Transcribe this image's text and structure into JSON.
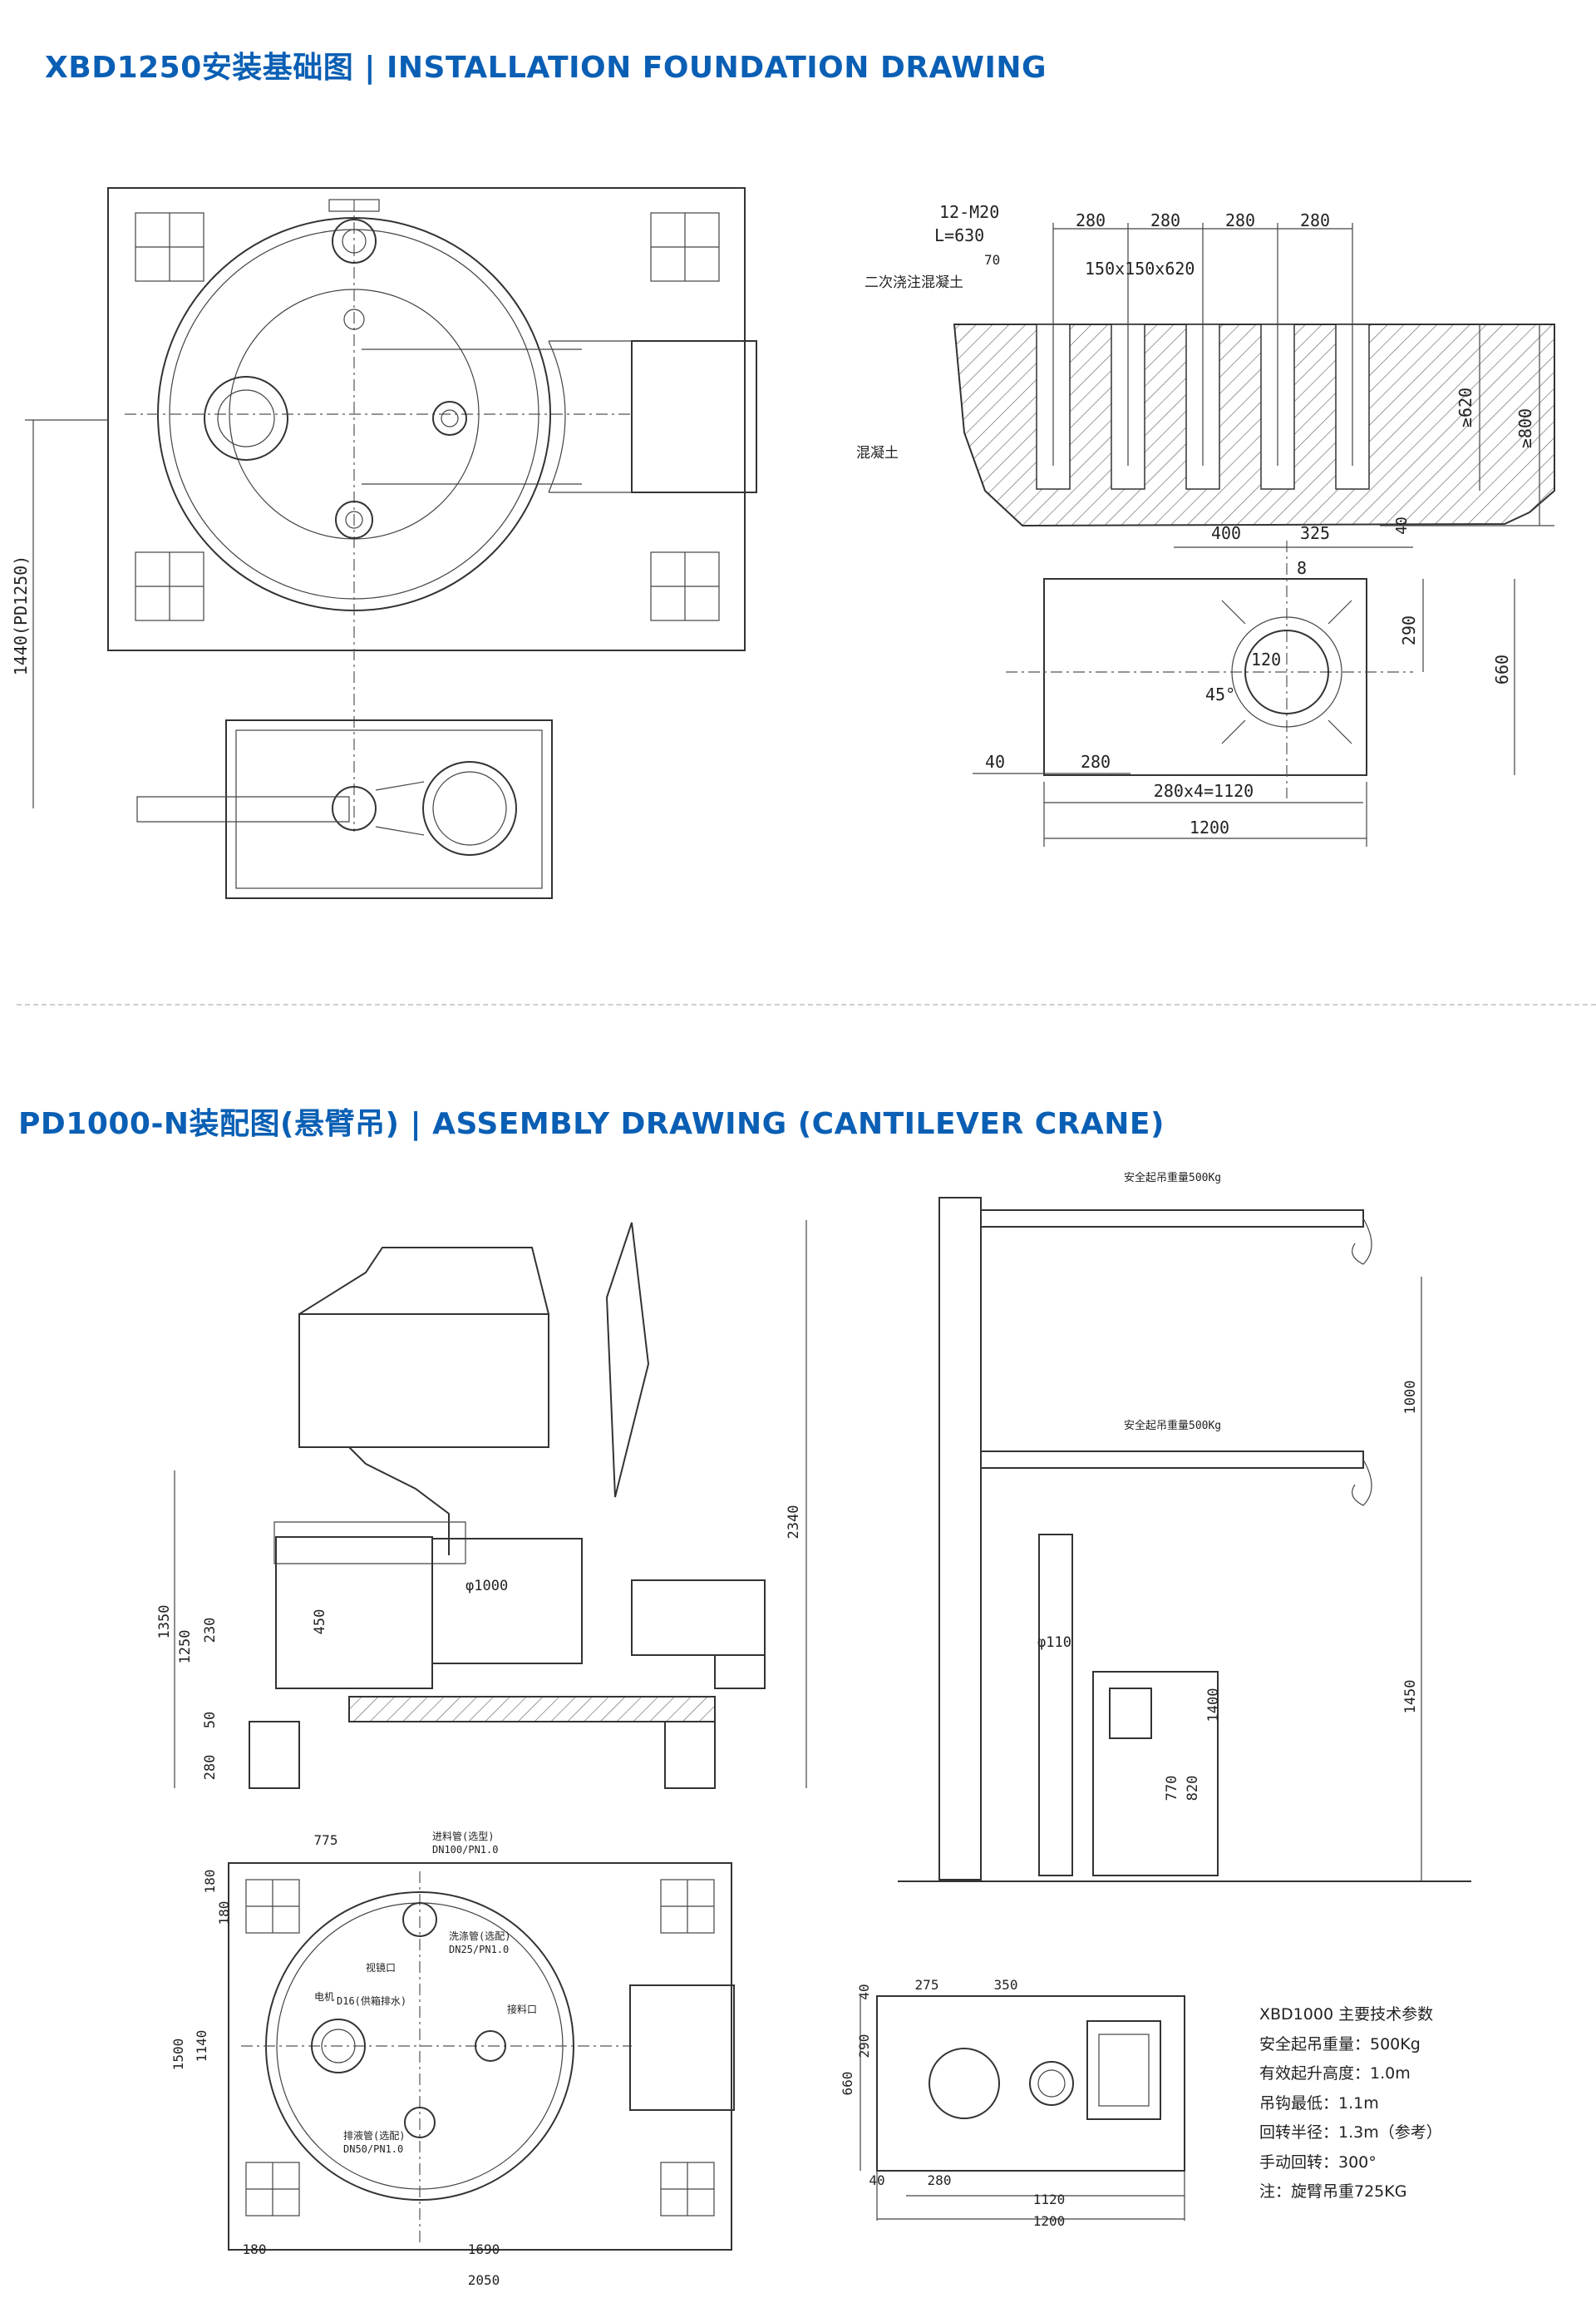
{
  "sections": [
    {
      "title": "XBD1250安装基础图 | INSTALLATION FOUNDATION DRAWING",
      "plan_label": "1440(PD1250)",
      "section_labels": {
        "anchor": "12-M20",
        "bolt_len": "L=630",
        "dim_70": "70",
        "spacing": [
          "280",
          "280",
          "280",
          "280"
        ],
        "pocket": "150x150x620",
        "grout": "二次浇注混凝土",
        "concrete": "混凝土",
        "depth_620": "≥620",
        "depth_800": "≥800",
        "dim_40": "40",
        "dim_400": "400",
        "dim_325": "325",
        "dim_290": "290",
        "dim_660": "660",
        "dim_8": "8",
        "dim_120": "120",
        "angle": "45°",
        "bottom_40": "40",
        "bottom_280": "280",
        "bolt_pattern": "280x4=1120",
        "overall": "1200"
      }
    },
    {
      "title": "PD1000-N装配图(悬臂吊)  | ASSEMBLY DRAWING (CANTILEVER CRANE)",
      "elevation_labels": {
        "dia": "φ1000",
        "h2340": "2340",
        "h1350": "1350",
        "h1250": "1250",
        "h230": "230",
        "h450": "450",
        "h50": "50",
        "h280": "280"
      },
      "crane_labels": {
        "load_top": "安全起吊重量500Kg",
        "load_bottom": "安全起吊重量500Kg",
        "h1000": "1000",
        "h1450": "1450",
        "h1400": "1400",
        "h770": "770",
        "h820": "820",
        "dia110": "φ110"
      },
      "plan_labels": {
        "w775": "775",
        "h180a": "180",
        "h180b": "180",
        "h1500": "1500",
        "h1140": "1140",
        "w180": "180",
        "w1690": "1690",
        "w2050": "2050",
        "inlet": "进料管(选型)",
        "inlet_spec": "DN100/PN1.0",
        "wash": "洗涤管(选配)",
        "wash_spec": "DN25/PN1.0",
        "manhole": "视镜口",
        "d16": "D16(供箱排水)",
        "motor": "电机",
        "drain": "排液管(选配)",
        "drain_spec": "DN50/PN1.0",
        "discharge": "接料口"
      },
      "foundation_labels": {
        "w275": "275",
        "w350": "350",
        "h40": "40",
        "h290": "290",
        "h660": "660",
        "b40": "40",
        "b280": "280",
        "b1120": "1120",
        "b1200": "1200"
      },
      "params": {
        "title": "XBD1000 主要技术参数",
        "rows": [
          "安全起吊重量：500Kg",
          "有效起升高度：1.0m",
          "吊钩最低：1.1m",
          "回转半径：1.3m（参考）",
          "手动回转：300°",
          "注：旋臂吊重725KG"
        ]
      }
    }
  ],
  "colors": {
    "title": "#0a5fb4",
    "line": "#333333",
    "divider": "#cfcfcf"
  }
}
